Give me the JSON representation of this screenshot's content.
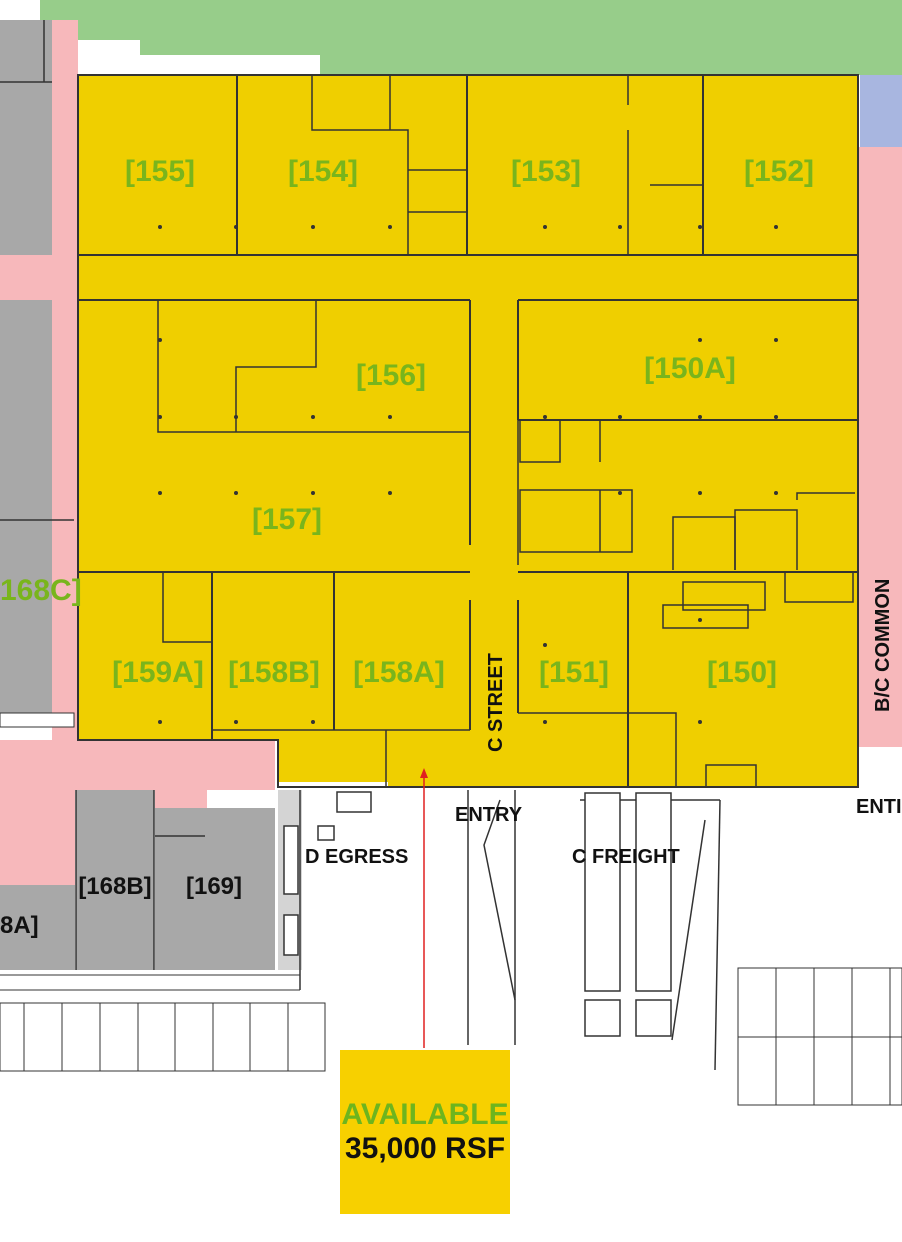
{
  "rooms": {
    "r155": "[155]",
    "r154": "[154]",
    "r153": "[153]",
    "r152": "[152]",
    "r156": "[156]",
    "r150a": "[150A]",
    "r157": "[157]",
    "r159a": "[159A]",
    "r158b": "[158B]",
    "r158a": "[158A]",
    "r151": "[151]",
    "r150": "[150]",
    "r168c": "168C]",
    "r168b": "[168B]",
    "r169": "[169]",
    "r168a": "8A]"
  },
  "labels": {
    "c_street": "C STREET",
    "bc_common": "B/C COMMON",
    "entry": "ENTRY",
    "entry_right": "ENTI",
    "d_egress": "D EGRESS",
    "c_freight": "C FREIGHT"
  },
  "callout": {
    "line1": "AVAILABLE",
    "line2": "35,000 RSF"
  },
  "colors": {
    "available": "#efcf00",
    "common": "#f7b8bb",
    "other_suite": "#a8a8a8",
    "landscape": "#97cd8a",
    "blue_area": "#a8b6e0",
    "room_label": "#79b51c",
    "pointer": "#e02020"
  }
}
